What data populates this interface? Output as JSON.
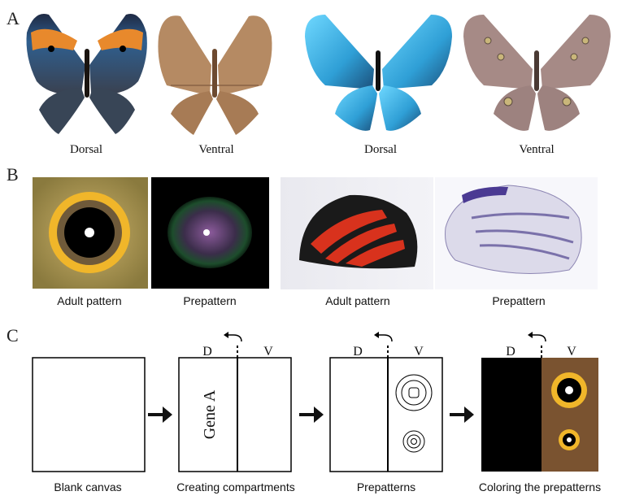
{
  "panels": {
    "a": {
      "letter": "A",
      "captions": [
        "Dorsal",
        "Ventral",
        "Dorsal",
        "Ventral"
      ]
    },
    "b": {
      "letter": "B",
      "captions": [
        "Adult pattern",
        "Prepattern",
        "Adult pattern",
        "Prepattern"
      ]
    },
    "c": {
      "letter": "C",
      "steps": [
        {
          "caption": "Blank canvas"
        },
        {
          "caption": "Creating compartments",
          "d": "D",
          "v": "V",
          "gene": "Gene A"
        },
        {
          "caption": "Prepatterns",
          "d": "D",
          "v": "V"
        },
        {
          "caption": "Coloring the prepatterns",
          "d": "D",
          "v": "V"
        }
      ]
    }
  },
  "colors": {
    "leaf_orange": "#e8892c",
    "leaf_blue": "#2f5f8f",
    "leaf_brown": "#b58a63",
    "morpho_blue": "#35b4e8",
    "morpho_ventral": "#a68a86",
    "eyespot_yellow": "#f0b62a",
    "heliconius_red": "#d8321d",
    "prepattern_purple": "#4b3a93",
    "panel_brown": "#7a5330",
    "panel_black": "#000000"
  },
  "icons": [
    "arrow-right-icon",
    "curved-arrow-icon"
  ]
}
